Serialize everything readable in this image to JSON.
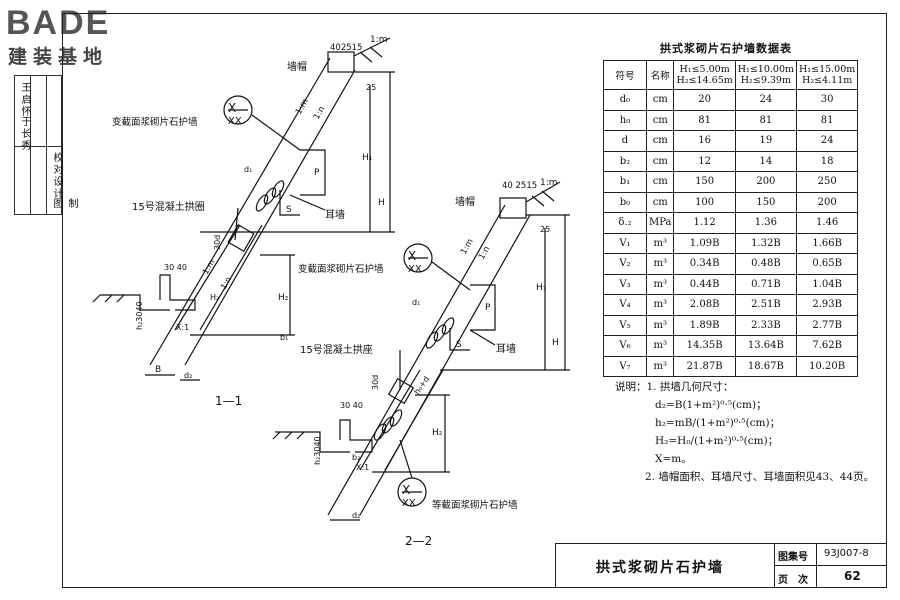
{
  "logo": {
    "brand": "BADE",
    "sub": "建装基地"
  },
  "sidebar": {
    "names": [
      "王启怀",
      "于长秀"
    ],
    "roles": [
      "校对",
      "设计",
      "制图"
    ]
  },
  "table": {
    "title": "拱式浆砌片石护墙数据表",
    "header": {
      "symbol": "符号",
      "name": "名称",
      "col1": [
        "H₁≤5.00m",
        "H₂≤14.65m"
      ],
      "col2": [
        "H₁≤10.00m",
        "H₂≤9.39m"
      ],
      "col3": [
        "H₁≤15.00m",
        "H₂≤4.11m"
      ]
    },
    "rows": [
      {
        "sym": "d₀",
        "unit": "cm",
        "v": [
          "20",
          "24",
          "30"
        ]
      },
      {
        "sym": "h₀",
        "unit": "cm",
        "v": [
          "81",
          "81",
          "81"
        ]
      },
      {
        "sym": "d",
        "unit": "cm",
        "v": [
          "16",
          "19",
          "24"
        ]
      },
      {
        "sym": "b₂",
        "unit": "cm",
        "v": [
          "12",
          "14",
          "18"
        ]
      },
      {
        "sym": "b₁",
        "unit": "cm",
        "v": [
          "150",
          "200",
          "250"
        ]
      },
      {
        "sym": "b₀",
        "unit": "cm",
        "v": [
          "100",
          "150",
          "200"
        ]
      },
      {
        "sym": "δ.₂",
        "unit": "MPa",
        "v": [
          "1.12",
          "1.36",
          "1.46"
        ]
      },
      {
        "sym": "V₁",
        "unit": "m³",
        "v": [
          "1.09B",
          "1.32B",
          "1.66B"
        ]
      },
      {
        "sym": "V₂",
        "unit": "m³",
        "v": [
          "0.34B",
          "0.48B",
          "0.65B"
        ]
      },
      {
        "sym": "V₃",
        "unit": "m³",
        "v": [
          "0.44B",
          "0.71B",
          "1.04B"
        ]
      },
      {
        "sym": "V₄",
        "unit": "m³",
        "v": [
          "2.08B",
          "2.51B",
          "2.93B"
        ]
      },
      {
        "sym": "V₅",
        "unit": "m³",
        "v": [
          "1.89B",
          "2.33B",
          "2.77B"
        ]
      },
      {
        "sym": "V₆",
        "unit": "m³",
        "v": [
          "14.35B",
          "13.64B",
          "7.62B"
        ]
      },
      {
        "sym": "V₇",
        "unit": "m³",
        "v": [
          "21.87B",
          "18.67B",
          "10.20B"
        ]
      }
    ]
  },
  "notes": {
    "label": "说明：",
    "n1": "1. 拱墙几何尺寸：",
    "f1": "d₂=B(1+m²)⁰·⁵(cm)；",
    "f2": "h₂=mB/(1+m²)⁰·⁵(cm)；",
    "f3": "H₂=H₀/(1+m²)⁰·⁵(cm)；",
    "f4": "X=m。",
    "n2": "2. 墙帽面积、耳墙尺寸、耳墙面积见43、44页。"
  },
  "titleblock": {
    "title": "拱式浆砌片石护墙",
    "atlas_label": "图集号",
    "atlas_no": "93J007-8",
    "page_label": "页　次",
    "page_no": "62"
  },
  "diagram": {
    "sec1": "1—1",
    "sec2": "2—2",
    "cap": "墙帽",
    "var_wall": "变截面浆砌片石护墙",
    "eq_wall": "等截面浆砌片石护墙",
    "arch1": "15号混凝土拱圈",
    "arch2": "15号混凝土拱座",
    "ear": "耳墙",
    "dims_top": "402515",
    "slope_m": "1:m",
    "slope_n": "1:n",
    "H": "H",
    "H1": "H₁",
    "H2": "H₂",
    "Hz": "H₂",
    "P": "P",
    "S": "S",
    "B": "B",
    "d2": "d₂",
    "d1": "d₁",
    "b1": "b₁",
    "b2": "b₂",
    "d3040": "3040",
    "d30_40": "30 40",
    "d30d": "30d",
    "h1": "h₁",
    "h3040": "h₂3040",
    "n25": "25",
    "x1": "X:1",
    "hd": "h₀+d",
    "m1": "1:m",
    "n1": "1:n",
    "sec2top": "40 2515"
  }
}
